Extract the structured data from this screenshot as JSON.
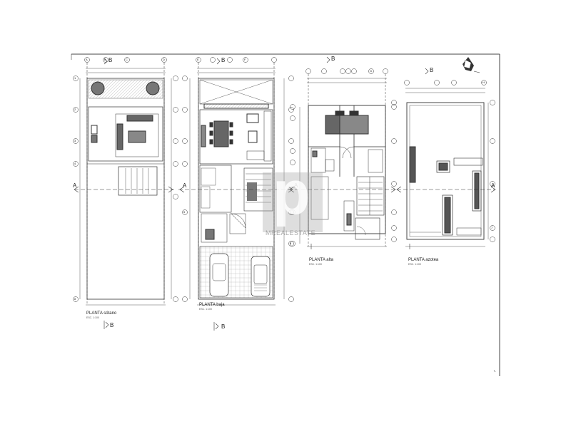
{
  "plans": [
    {
      "title": "PLANTA sótano",
      "scale": "ESC. 1:100"
    },
    {
      "title": "PLANTA baja",
      "scale": "ESC. 1:100"
    },
    {
      "title": "PLANTA alta",
      "scale": "ESC. 1:100"
    },
    {
      "title": "PLANTA azotea",
      "scale": "ESC. 1:100"
    }
  ],
  "section_marks": {
    "a": "A",
    "b": "B"
  },
  "grid_letters": [
    "A",
    "B",
    "C",
    "D",
    "E",
    "F",
    "G",
    "H"
  ],
  "grid_numbers": [
    "1",
    "2",
    "3",
    "4",
    "5",
    "6",
    "7",
    "8"
  ],
  "watermark": {
    "logo": "p",
    "text": "MREALESTATE"
  },
  "colors": {
    "line": "#333333",
    "fill_dark": "#555555",
    "watermark": "#9a9a9a"
  }
}
